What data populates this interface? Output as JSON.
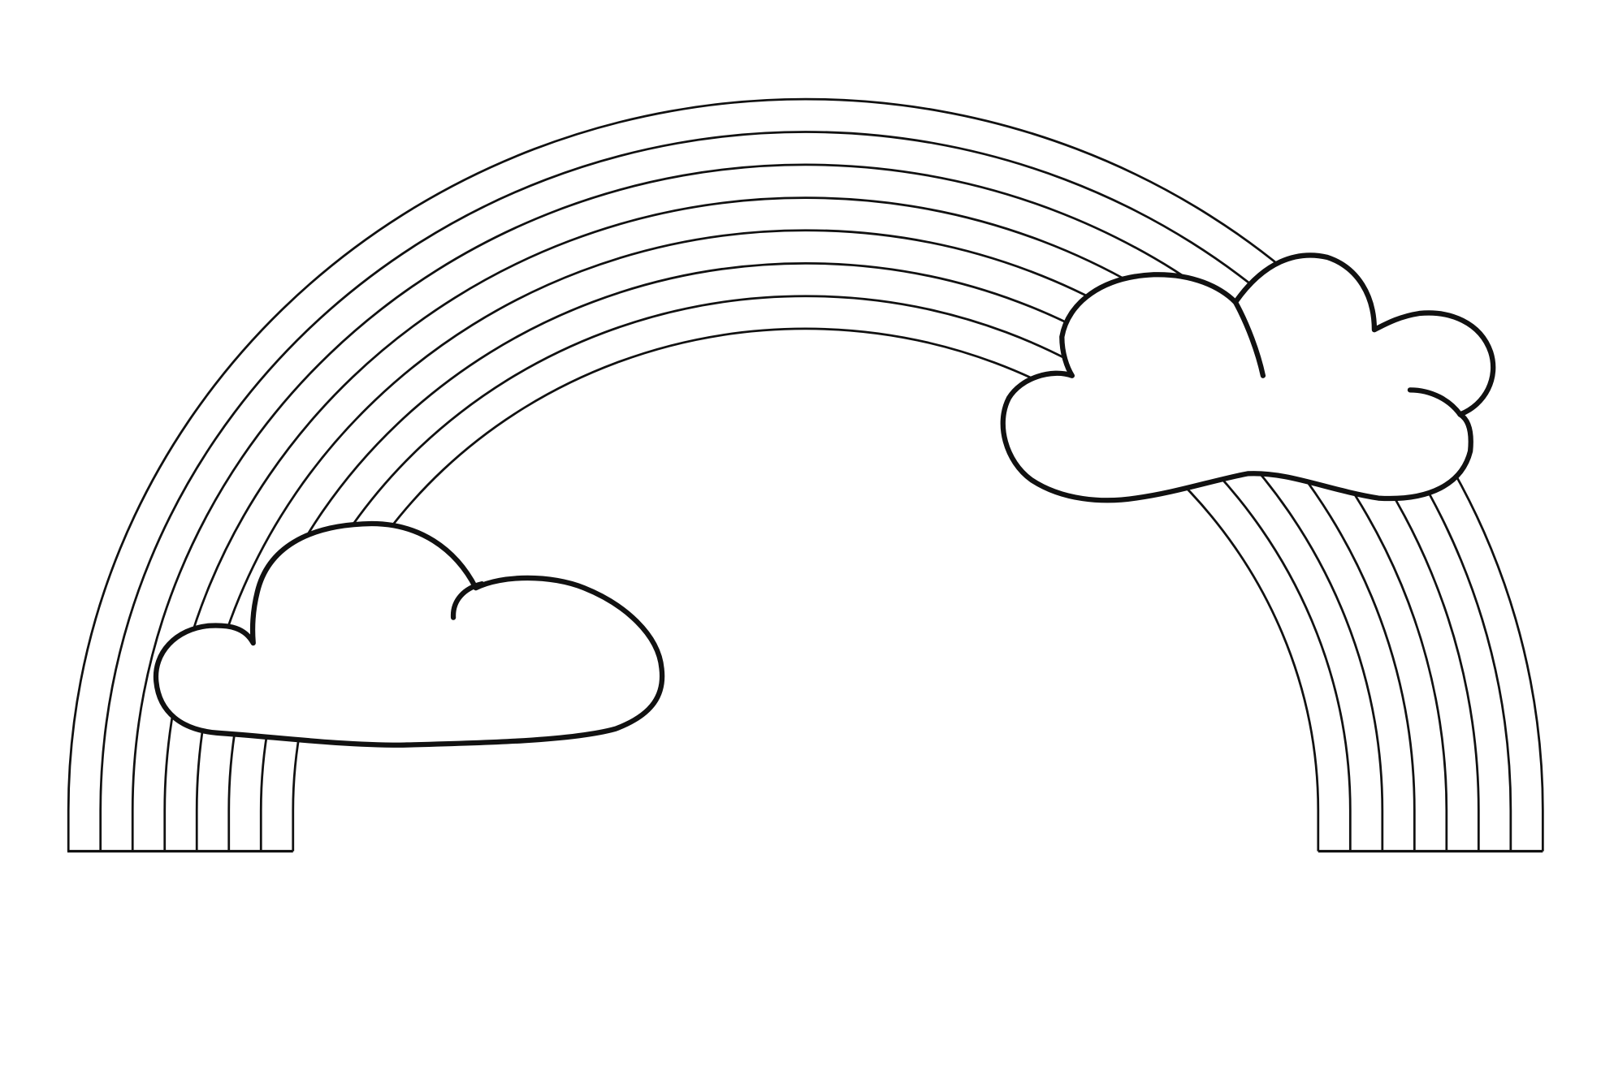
{
  "picture": {
    "subject": "rainbow-coloring-page",
    "rainbow_band_count": 7,
    "cloud_count": 2,
    "colors": {
      "line": "#111111",
      "background": "#ffffff"
    }
  }
}
